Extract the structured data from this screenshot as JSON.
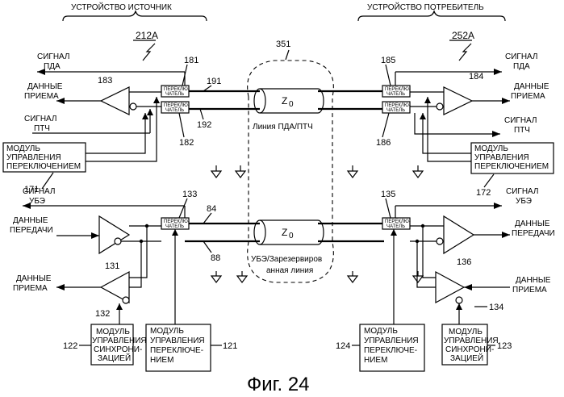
{
  "header": {
    "source_device": "УСТРОЙСТВО ИСТОЧНИК",
    "sink_device": "УСТРОЙСТВО ПОТРЕБИТЕЛЬ",
    "source_ref": "212A",
    "sink_ref": "252A",
    "cable_ref": "351"
  },
  "labels": {
    "z0_top_main": "Z",
    "z0_top_sub": "0",
    "z0_bottom_main": "Z",
    "z0_bottom_sub": "0",
    "line_top": "Линия ПДА/ПТЧ",
    "line_bottom_1": "УБЭ/Зарезервиров",
    "line_bottom_2": "анная линия",
    "figure": "Фиг. 24"
  },
  "left": {
    "signal_pda_1": "СИГНАЛ",
    "signal_pda_2": "ПДА",
    "recv_1": "ДАННЫЕ",
    "recv_2": "ПРИЕМА",
    "signal_ptch_1": "СИГНАЛ",
    "signal_ptch_2": "ПТЧ",
    "module_1": "МОДУЛЬ",
    "module_2": "УПРАВЛЕНИЯ",
    "module_3": "ПЕРЕКЛЮЧЕНИЕМ",
    "signal_ube_1": "СИГНАЛ",
    "signal_ube_2": "УБЭ",
    "tx_1": "ДАННЫЕ",
    "tx_2": "ПЕРЕДАЧИ",
    "recv2_1": "ДАННЫЕ",
    "recv2_2": "ПРИЕМА",
    "sync_1": "МОДУЛЬ",
    "sync_2": "УПРАВЛЕНИЯ",
    "sync_3": "СИНХРОНИ-",
    "sync_4": "ЗАЦИЕЙ",
    "swmod_1": "МОДУЛЬ",
    "swmod_2": "УПРАВЛЕНИЯ",
    "swmod_3": "ПЕРЕКЛЮЧЕ-",
    "swmod_4": "НИЕМ"
  },
  "right": {
    "signal_pda_1": "СИГНАЛ",
    "signal_pda_2": "ПДА",
    "recv_1": "ДАННЫЕ",
    "recv_2": "ПРИЕМА",
    "signal_ptch_1": "СИГНАЛ",
    "signal_ptch_2": "ПТЧ",
    "module_1": "МОДУЛЬ",
    "module_2": "УПРАВЛЕНИЯ",
    "module_3": "ПЕРЕКЛЮЧЕНИЕМ",
    "signal_ube_1": "СИГНАЛ",
    "signal_ube_2": "УБЭ",
    "tx_1": "ДАННЫЕ",
    "tx_2": "ПЕРЕДАЧИ",
    "recv2_1": "ДАННЫЕ",
    "recv2_2": "ПРИЕМА",
    "sync_1": "МОДУЛЬ",
    "sync_2": "УПРАВЛЕНИЯ",
    "sync_3": "СИНХРОНИ-",
    "sync_4": "ЗАЦИЕЙ",
    "swmod_1": "МОДУЛЬ",
    "swmod_2": "УПРАВЛЕНИЯ",
    "swmod_3": "ПЕРЕКЛЮЧЕ-",
    "swmod_4": "НИЕМ"
  },
  "switch": {
    "l1": "ПЕРЕКЛЮ-",
    "l2": "ЧАТЕЛЬ"
  },
  "refs": {
    "r181": "181",
    "r183": "183",
    "r191": "191",
    "r192": "192",
    "r182": "182",
    "r171": "171",
    "r133": "133",
    "r84": "84",
    "r88": "88",
    "r131": "131",
    "r132": "132",
    "r122": "122",
    "r121": "121",
    "r185": "185",
    "r184": "184",
    "r186": "186",
    "r172": "172",
    "r135": "135",
    "r136": "136",
    "r134": "134",
    "r124": "124",
    "r123": "123"
  }
}
